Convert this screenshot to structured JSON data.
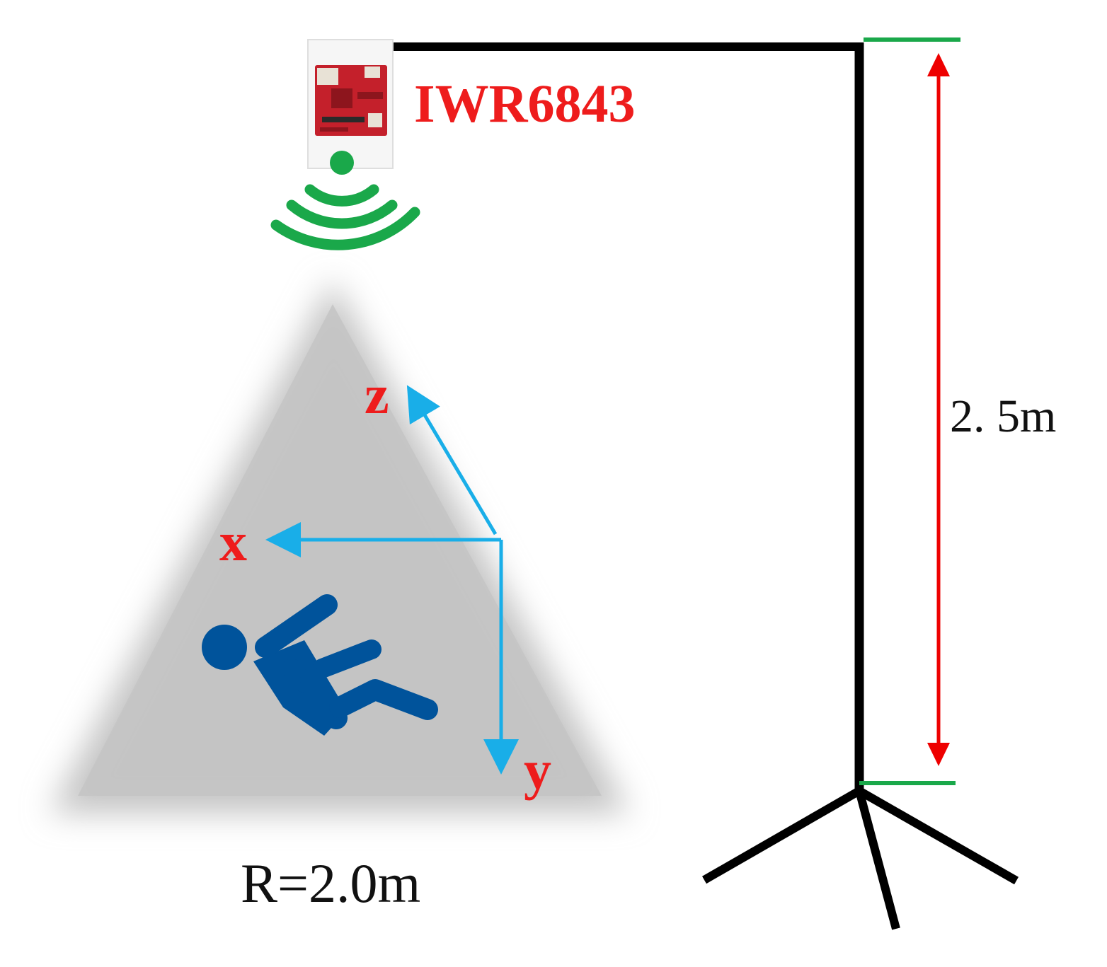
{
  "device": {
    "label": "IWR6843"
  },
  "axes": {
    "x_label": "x",
    "y_label": "y",
    "z_label": "z"
  },
  "dimensions": {
    "height_label": "2. 5m",
    "radius_label": "R=2.0m"
  },
  "colors": {
    "device_label": "#ee1c1c",
    "axis_label": "#ee1c1c",
    "axis_line": "#19aee8",
    "signal": "#1aa84a",
    "stand": "#000000",
    "height_arrow": "#ee0000",
    "height_ticks": "#1aa84a",
    "coverage_cone": "#c4c4c4",
    "person": "#00539b",
    "board": "#c4202b"
  },
  "icons": {
    "sensor": "radar-board-icon",
    "signal": "wireless-signal-icon",
    "person": "falling-person-icon"
  }
}
